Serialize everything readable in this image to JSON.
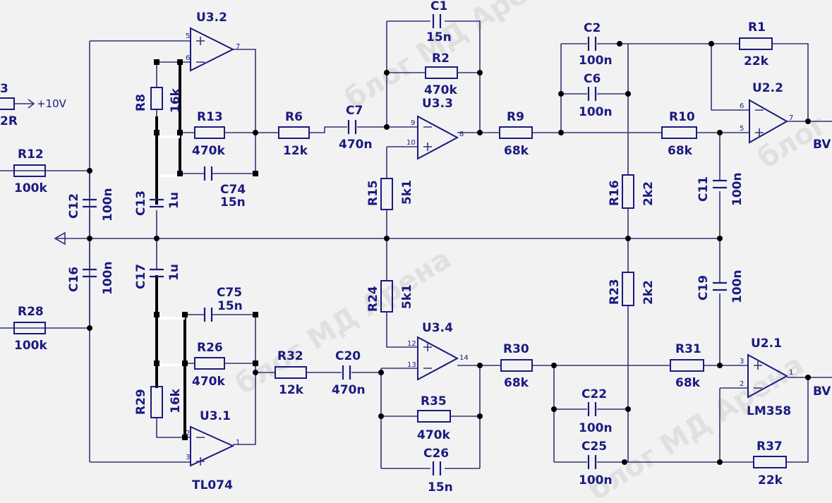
{
  "watermarks": [
    "блог МД Арена",
    "блог МД Арена",
    "блог МД Арена",
    "блог"
  ],
  "power": {
    "ref": "3",
    "label": "+10V",
    "part": "2R"
  },
  "opamps": {
    "u32": {
      "name": "U3.2",
      "in_plus": "5",
      "in_minus": "6",
      "out": "7"
    },
    "u33": {
      "name": "U3.3",
      "in_minus": "9",
      "in_plus": "10",
      "out": "8"
    },
    "u22": {
      "name": "U2.2",
      "in_minus": "6",
      "in_plus": "5",
      "out": "7"
    },
    "u34": {
      "name": "U3.4",
      "in_plus": "12",
      "in_minus": "13",
      "out": "14"
    },
    "u31": {
      "name": "U3.1",
      "in_minus": "2",
      "in_plus": "3",
      "out": "1",
      "part": "TL074"
    },
    "u21": {
      "name": "U2.1",
      "in_plus": "3",
      "in_minus": "2",
      "out": "1",
      "part": "LM358"
    }
  },
  "components": {
    "c1": {
      "name": "C1",
      "value": "15n"
    },
    "r2": {
      "name": "R2",
      "value": "470k"
    },
    "c2": {
      "name": "C2",
      "value": "100n"
    },
    "r1": {
      "name": "R1",
      "value": "22k"
    },
    "c6": {
      "name": "C6",
      "value": "100n"
    },
    "r8": {
      "name": "R8",
      "value": "16k"
    },
    "r13": {
      "name": "R13",
      "value": "470k"
    },
    "r6": {
      "name": "R6",
      "value": "12k"
    },
    "c7": {
      "name": "C7",
      "value": "470n"
    },
    "r9": {
      "name": "R9",
      "value": "68k"
    },
    "r10": {
      "name": "R10",
      "value": "68k"
    },
    "r12": {
      "name": "R12",
      "value": "100k"
    },
    "c74": {
      "name": "C74",
      "value": "15n"
    },
    "c12": {
      "name": "C12",
      "value": "100n"
    },
    "c13": {
      "name": "C13",
      "value": "1u"
    },
    "r15": {
      "name": "R15",
      "value": "5k1"
    },
    "r16": {
      "name": "R16",
      "value": "2k2"
    },
    "c11": {
      "name": "C11",
      "value": "100n"
    },
    "c16": {
      "name": "C16",
      "value": "100n"
    },
    "c17": {
      "name": "C17",
      "value": "1u"
    },
    "r24": {
      "name": "R24",
      "value": "5k1"
    },
    "r23": {
      "name": "R23",
      "value": "2k2"
    },
    "c19": {
      "name": "C19",
      "value": "100n"
    },
    "c75": {
      "name": "C75",
      "value": "15n"
    },
    "r28": {
      "name": "R28",
      "value": "100k"
    },
    "r26": {
      "name": "R26",
      "value": "470k"
    },
    "r32": {
      "name": "R32",
      "value": "12k"
    },
    "c20": {
      "name": "C20",
      "value": "470n"
    },
    "r30": {
      "name": "R30",
      "value": "68k"
    },
    "r31": {
      "name": "R31",
      "value": "68k"
    },
    "r29": {
      "name": "R29",
      "value": "16k"
    },
    "r35": {
      "name": "R35",
      "value": "470k"
    },
    "c22": {
      "name": "C22",
      "value": "100n"
    },
    "c26": {
      "name": "C26",
      "value": "15n"
    },
    "c25": {
      "name": "C25",
      "value": "100n"
    },
    "r37": {
      "name": "R37",
      "value": "22k"
    }
  },
  "outputs": {
    "top": "BV",
    "bottom": "BV"
  }
}
